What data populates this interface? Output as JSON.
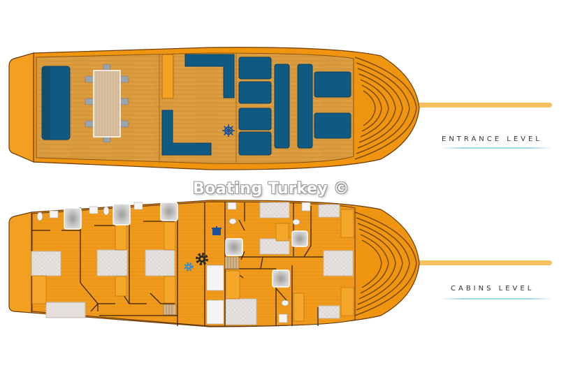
{
  "watermark": "Boating Turkey ©",
  "levels": [
    {
      "label": "ENTRANCE LEVEL"
    },
    {
      "label": "CABINS LEVEL"
    }
  ],
  "colors": {
    "hull": "#f0950f",
    "hull_edge": "#6a3a08",
    "deck_wood": "#d99b3e",
    "cabin_floor": "#f09a1c",
    "upholstery": "#0f5a82",
    "accent_line": "#9fd6ec",
    "bowsprit": "#f6c15e"
  }
}
